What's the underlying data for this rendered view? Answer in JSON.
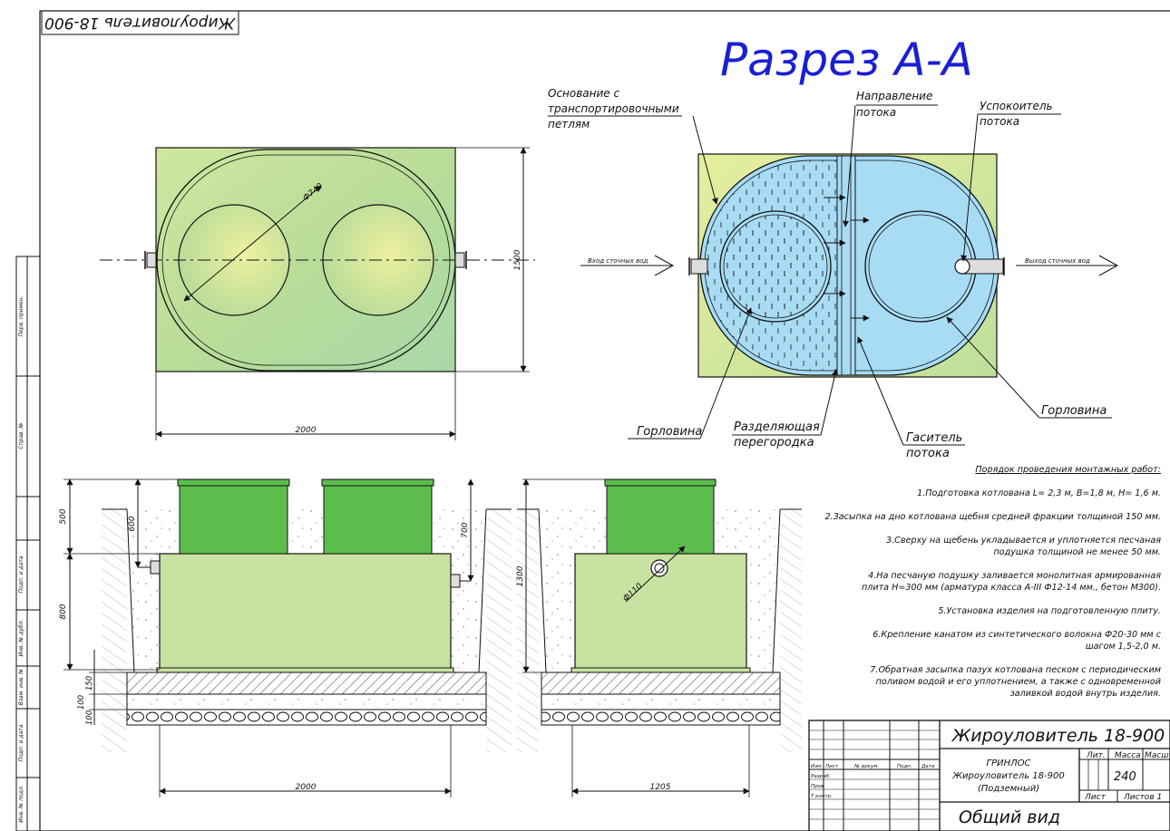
{
  "stamp_title": "Жироуловитель 18-900",
  "section_title": "Разрез А-А",
  "colors": {
    "accent_blue": "#1a1fd6",
    "lid_green": "#5cbd4d",
    "body_green": "#c9e2a2",
    "water_blue": "#a8dcf5"
  },
  "dimensions": {
    "plan_width": "2000",
    "plan_height": "1500",
    "hatch_diameter": "Ф740",
    "depth_500": "500",
    "depth_600": "600",
    "depth_700": "700",
    "depth_800": "800",
    "depth_1300": "1300",
    "layer_150": "150",
    "layer_100a": "100",
    "layer_100b": "100",
    "side_width": "2000",
    "end_width": "1205",
    "pipe_diameter": "Ф110"
  },
  "callouts": {
    "base_line1": "Основание с",
    "base_line2": "транспортировочными",
    "base_line3": "петлям",
    "flow_dir_line1": "Направление",
    "flow_dir_line2": "потока",
    "calmer_line1": "Успокоитель",
    "calmer_line2": "потока",
    "inlet": "Вход сточных вод",
    "outlet": "Выход сточных вод",
    "hatch_left": "Горловина",
    "hatch_right": "Горловина",
    "partition_line1": "Разделяющая",
    "partition_line2": "перегородка",
    "damper_line1": "Гаситель",
    "damper_line2": "потока"
  },
  "installation": {
    "heading": "Порядок проведения монтажных работ:",
    "steps": [
      "1.Подготовка котлована L= 2,3 м, В=1,8 м, Н= 1,6 м.",
      "2.Засыпка на дно котлована щебня средней фракции толщиной 150 мм.",
      "3.Сверху на щебень укладывается и уплотняется песчаная подушка толщиной не менее 50 мм.",
      "4.На песчаную подушку заливается монолитная армированная плита Н=300 мм (арматура класса А-III Ф12-14 мм., бетон М300).",
      "5.Установка изделия на подготовленную плиту.",
      "6.Крепление канатом из синтетического волокна Ф20-30 мм с шагом 1,5-2,0 м.",
      "7.Обратная засыпка пазух котлована песком с периодическим поливом водой и его уплотнением, а также с одновременной заливкой водой внутрь изделия."
    ]
  },
  "side_strip": [
    "Перв. примен.",
    "Справ. №",
    "Подп. и дата",
    "Инв. № дубл.",
    "Взам. инв. №",
    "Подп. и дата",
    "Инв. № подл."
  ],
  "title_block": {
    "product_name": "Жироуловитель 18-900",
    "org": "ГРИНЛОС",
    "desc_line1": "Жироуловитель 18-900",
    "desc_line2": "(Подземный)",
    "view_name": "Общий вид",
    "col_izm": "Изм.",
    "col_list": "Лист",
    "col_doc": "№ докум.",
    "col_sign": "Подп.",
    "col_date": "Дата",
    "row_razrab": "Разраб.",
    "row_prov": "Пров.",
    "row_tkontr": "Т.контр.",
    "lit_label": "Лит.",
    "mass_label": "Масса",
    "scale_label": "Масшт",
    "mass_value": "240",
    "sheet_label": "Лист",
    "sheets_label": "Листов 1"
  }
}
